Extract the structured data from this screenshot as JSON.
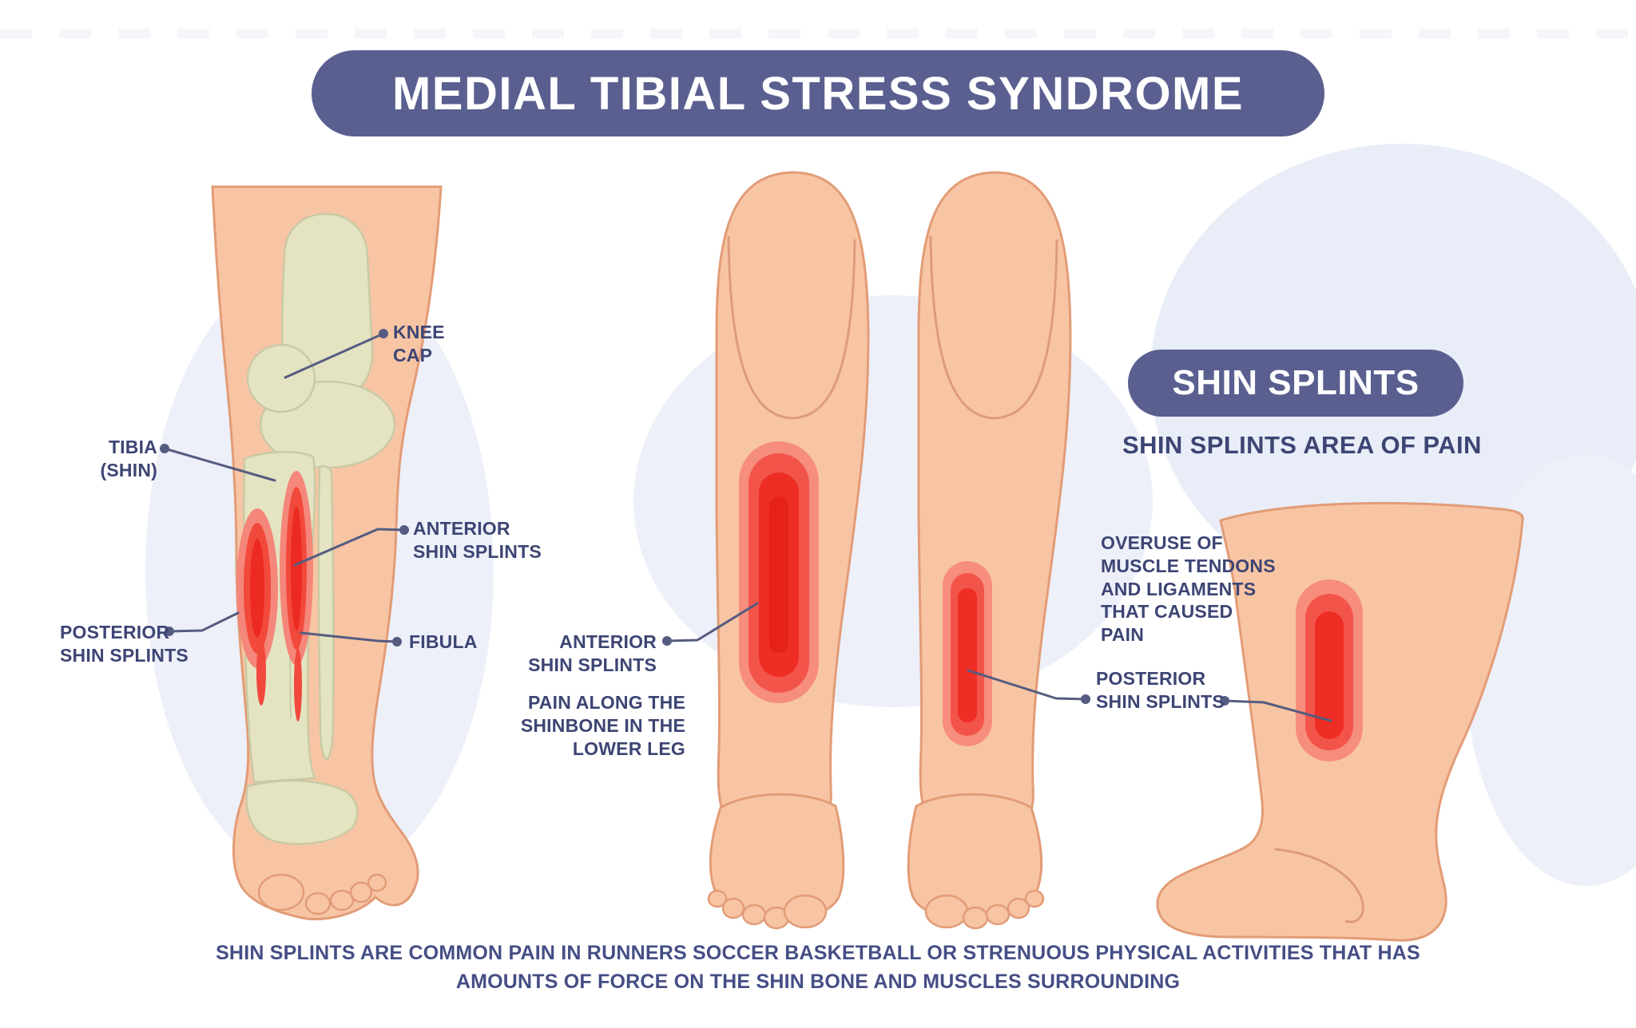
{
  "title": "MEDIAL TIBIAL STRESS SYNDROME",
  "badge": "SHIN SPLINTS",
  "area_heading": "SHIN SPLINTS AREA OF PAIN",
  "labels": {
    "knee_cap": "KNEE\nCAP",
    "tibia": "TIBIA\n(SHIN)",
    "anterior_left": "ANTERIOR\nSHIN SPLINTS",
    "posterior_left": "POSTERIOR\nSHIN SPLINTS",
    "fibula": "FIBULA",
    "anterior_mid": "ANTERIOR\nSHIN SPLINTS",
    "pain_caption": "PAIN ALONG THE\nSHINBONE IN THE\nLOWER LEG",
    "overuse": "OVERUSE OF\nMUSCLE TENDONS\nAND LIGAMENTS\nTHAT CAUSED\nPAIN",
    "posterior_right": "POSTERIOR\nSHIN SPLINTS"
  },
  "footer": {
    "line1": "SHIN SPLINTS ARE COMMON PAIN IN RUNNERS SOCCER BASKETBALL OR STRENUOUS PHYSICAL ACTIVITIES THAT HAS",
    "line2": "AMOUNTS OF FORCE ON THE SHIN BONE AND MUSCLES SURROUNDING"
  },
  "colors": {
    "banner_purple": "#5a5f90",
    "label_text": "#3d4574",
    "footer_text": "#454e85",
    "skin": "#f8c5a4",
    "skin_outline": "#e29c77",
    "bone": "#e4e4c3",
    "pain_red_core": "#ee2d24",
    "pain_red_mid": "#f3544a",
    "pain_red_outer": "#f68d7d",
    "background_blob": "#edf0f9",
    "leader_line": "#555c80"
  }
}
